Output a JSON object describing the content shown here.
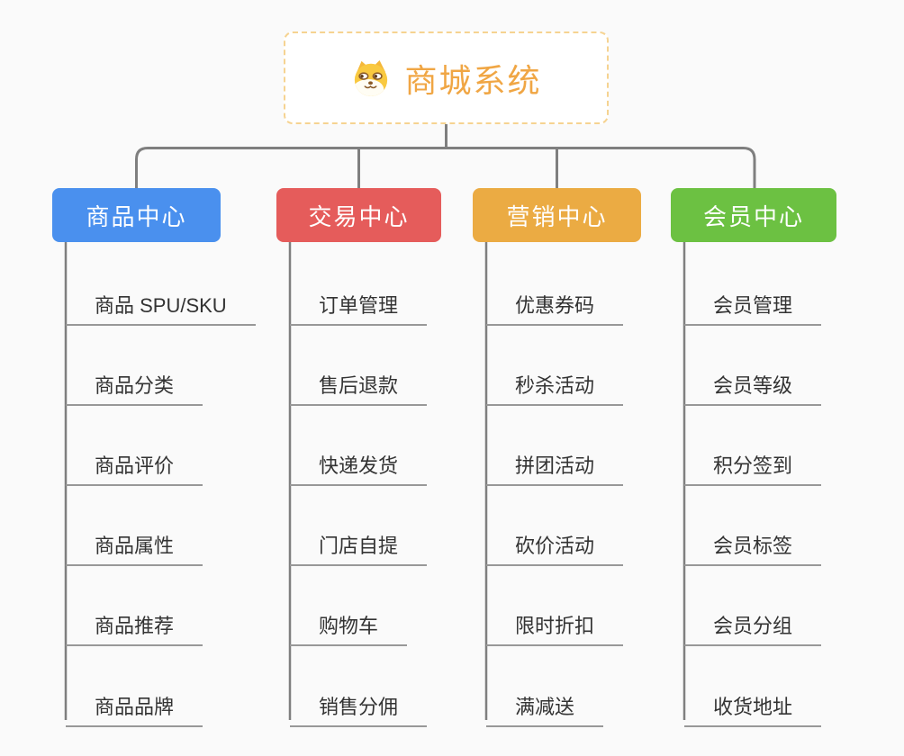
{
  "root": {
    "title": "商城系统",
    "icon": "shiba-dog-icon"
  },
  "colors": {
    "root_text": "#f0a644",
    "root_border": "#f6d391",
    "branch_product": "#4a90ee",
    "branch_trade": "#e55c5b",
    "branch_marketing": "#ebab43",
    "branch_member": "#6cc142",
    "connector_line": "#7f7f7f",
    "topic_underline": "#989898",
    "topic_text": "#333333",
    "background": "#fafafa"
  },
  "branches": [
    {
      "label": "商品中心",
      "color": "#4a90ee",
      "items": [
        "商品 SPU/SKU",
        "商品分类",
        "商品评价",
        "商品属性",
        "商品推荐",
        "商品品牌"
      ]
    },
    {
      "label": "交易中心",
      "color": "#e55c5b",
      "items": [
        "订单管理",
        "售后退款",
        "快递发货",
        "门店自提",
        "购物车",
        "销售分佣"
      ]
    },
    {
      "label": "营销中心",
      "color": "#ebab43",
      "items": [
        "优惠券码",
        "秒杀活动",
        "拼团活动",
        "砍价活动",
        "限时折扣",
        "满减送"
      ]
    },
    {
      "label": "会员中心",
      "color": "#6cc142",
      "items": [
        "会员管理",
        "会员等级",
        "积分签到",
        "会员标签",
        "会员分组",
        "收货地址"
      ]
    }
  ]
}
